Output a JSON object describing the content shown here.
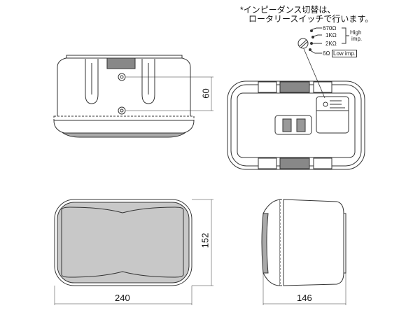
{
  "note": {
    "line1": "*インピーダンス切替は、",
    "line2": "ロータリースイッチで行います。"
  },
  "switch_settings": {
    "taps": [
      "670Ω",
      "1KΩ",
      "2KΩ",
      "6Ω"
    ],
    "high_label_1": "High",
    "high_label_2": "imp.",
    "low_label": "Low imp."
  },
  "dimensions": {
    "bracket_spacing": "60",
    "height": "152",
    "width": "240",
    "depth": "146"
  },
  "views": [
    "top-view",
    "rear-view",
    "front-view",
    "side-view"
  ]
}
